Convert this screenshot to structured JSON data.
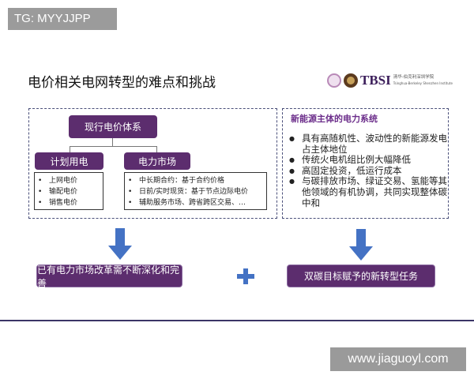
{
  "badge": "TG: MYYJJPP",
  "title": "电价相关电网转型的难点和挑战",
  "logo": {
    "text": "TBSI",
    "subtitle": "清华-伯克利深圳学院",
    "subtitle_en": "Tsinghua-Berkeley Shenzhen Institute"
  },
  "left_panel": {
    "root": "现行电价体系",
    "branches": [
      {
        "label": "计划用电",
        "items": [
          "上网电价",
          "输配电价",
          "销售电价"
        ]
      },
      {
        "label": "电力市场",
        "items": [
          "中长期合约：基于合约价格",
          "日前/实时现货：基于节点边际电价",
          "辅助服务市场、跨省跨区交易、…"
        ]
      }
    ]
  },
  "right_panel": {
    "heading": "新能源主体的电力系统",
    "items": [
      "具有高随机性、波动性的新能源发电占主体地位",
      "传统火电机组比例大幅降低",
      "高固定投资，低运行成本",
      "与碳排放市场、绿证交易、氢能等其他领域的有机协调，共同实现整体碳中和"
    ]
  },
  "bottom": {
    "left": "已有电力市场改革需不断深化和完善",
    "right": "双碳目标赋予的新转型任务",
    "operator": "+"
  },
  "watermark": "www.jiaguoyl.com",
  "colors": {
    "purple": "#5c2d6e",
    "arrow": "#4472c4",
    "heading": "#6b2d8a"
  }
}
